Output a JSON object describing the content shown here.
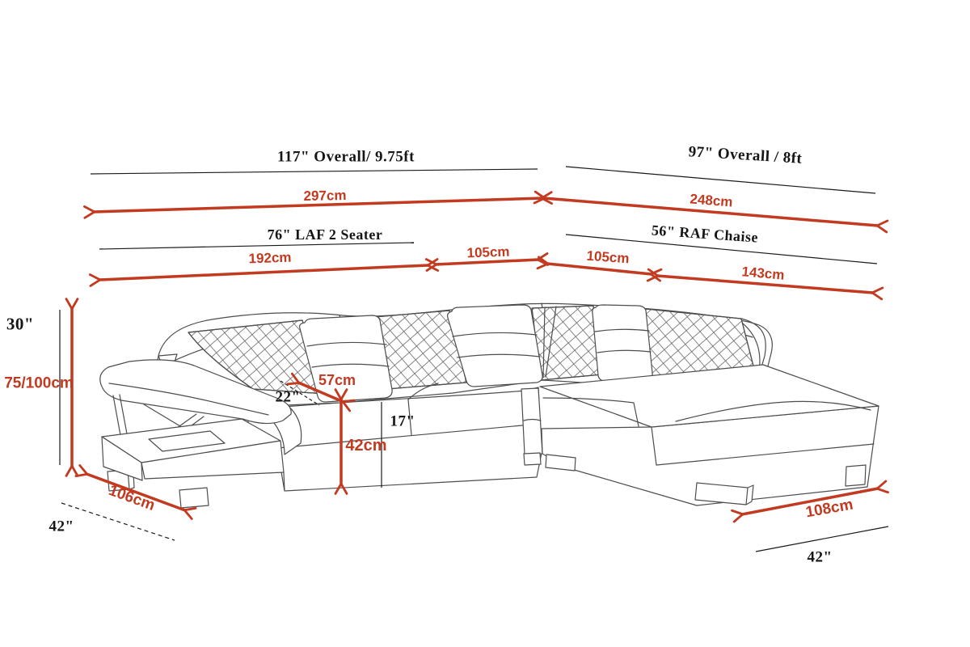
{
  "diagram": {
    "title": "Sectional sofa dimension diagram",
    "colors": {
      "dimension_red": "#c23a20",
      "reference_black": "#1a1a1a",
      "sofa_outline_gray": "#4d4d4d",
      "background": "#ffffff"
    },
    "labels": {
      "overall_left_in": "117\" Overall/ 9.75ft",
      "overall_left_cm": "297cm",
      "overall_right_in": "97\" Overall / 8ft",
      "overall_right_cm": "248cm",
      "laf_in": "76\" LAF 2 Seater",
      "laf_cm": "192cm",
      "laf_inner_cm": "105cm",
      "raf_inner_cm": "105cm",
      "raf_cm": "143cm",
      "raf_in": "56\" RAF Chaise",
      "height_in": "30\"",
      "height_cm": "75/100cm",
      "seat_back_cm": "57cm",
      "seat_back_in": "22\"",
      "seat_height_in": "17\"",
      "seat_height_cm": "42cm",
      "depth_left_cm": "106cm",
      "depth_left_in": "42\"",
      "depth_right_cm": "108cm",
      "depth_right_in": "42\""
    }
  }
}
